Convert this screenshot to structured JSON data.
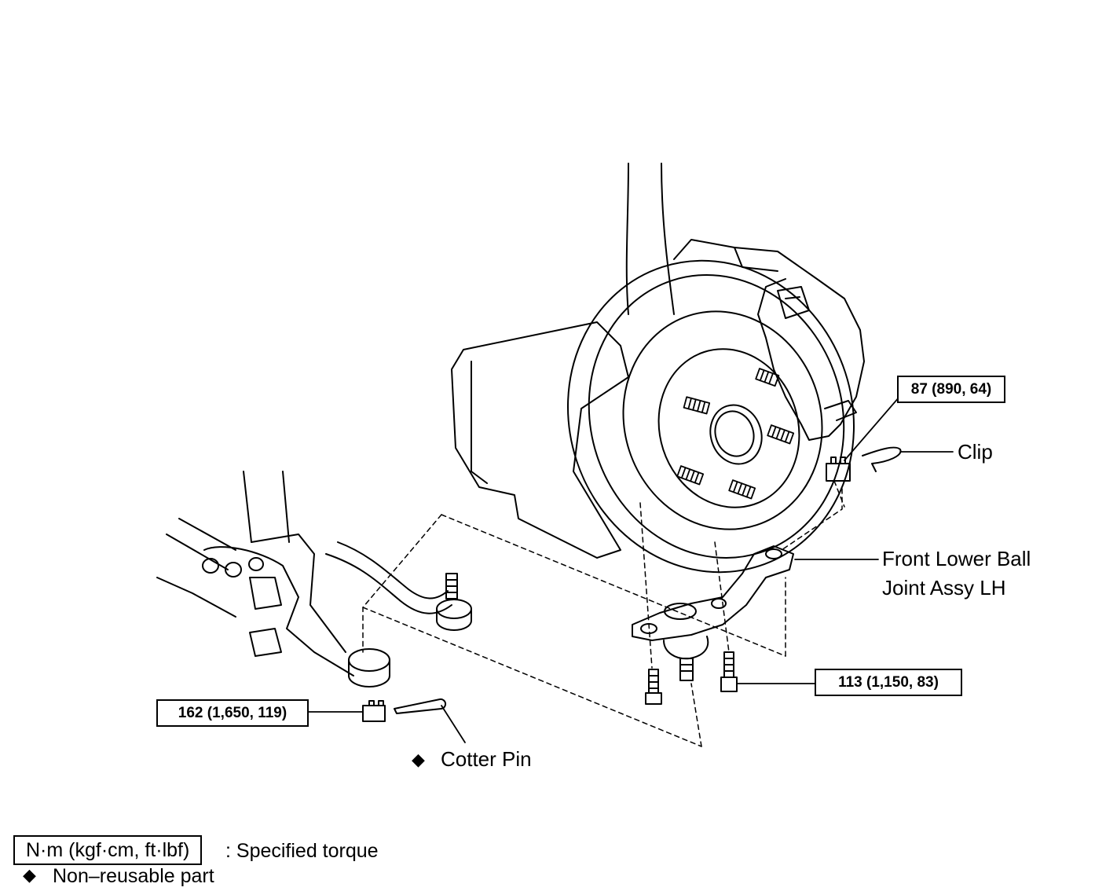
{
  "callouts": {
    "torque_87": "87 (890, 64)",
    "torque_113": "113 (1,150, 83)",
    "torque_162": "162 (1,650, 119)",
    "clip": "Clip",
    "ball_joint_line1": "Front Lower Ball",
    "ball_joint_line2": "Joint Assy LH",
    "cotter_pin": "Cotter Pin"
  },
  "legend": {
    "unit_box": "N·m (kgf·cm, ft·lbf)",
    "unit_desc": ": Specified torque",
    "nonreusable_symbol": "◆",
    "nonreusable_desc": "Non–reusable part"
  },
  "icons": {
    "nonreusable": "diamond-icon"
  }
}
